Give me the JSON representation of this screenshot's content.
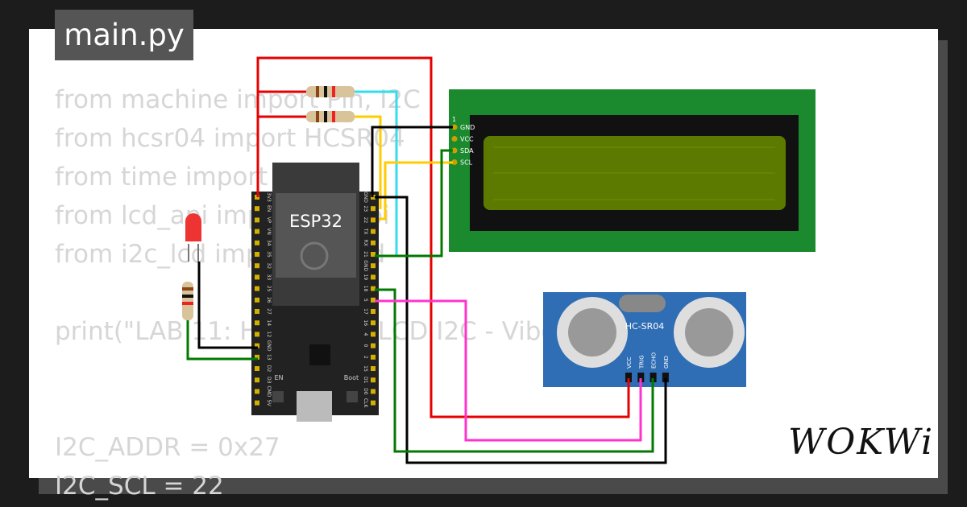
{
  "file_tab": {
    "label": "main.py"
  },
  "code_lines": [
    "from machine import Pin, I2C",
    "from hcsr04 import HCSR04",
    "from time import sleep",
    "from lcd_api import LcdApi",
    "from i2c_lcd import I2cLcd",
    "",
    "print(\"LAB 11: HCSR04 + LCD I2C - Viboon K...\")",
    "",
    "",
    "I2C_ADDR = 0x27",
    "I2C_SCL = 22"
  ],
  "esp32": {
    "label": "ESP32",
    "left_pins": [
      "3V3",
      "EN",
      "VP",
      "VN",
      "34",
      "35",
      "32",
      "33",
      "25",
      "26",
      "27",
      "14",
      "12",
      "GND",
      "13",
      "D2",
      "D3",
      "CMD",
      "5V"
    ],
    "right_pins": [
      "GND",
      "23",
      "22",
      "TX",
      "RX",
      "21",
      "GND",
      "19",
      "18",
      "5",
      "17",
      "16",
      "4",
      "0",
      "2",
      "15",
      "D1",
      "D0",
      "CLK"
    ],
    "en_label": "EN",
    "boot_label": "Boot"
  },
  "lcd": {
    "pin_number": "1",
    "pins": [
      "GND",
      "VCC",
      "SDA",
      "SCL"
    ],
    "colors": {
      "board": "#1b8a2e",
      "screen": "#5d7a00",
      "bezel": "#111111"
    }
  },
  "hcsr04": {
    "label": "HC-SR04",
    "pins": [
      "VCC",
      "TRIG",
      "ECHO",
      "GND"
    ],
    "color": "#2f6db5"
  },
  "wire_colors": {
    "red": "#e60000",
    "black": "#000000",
    "cyan": "#33ddee",
    "yellow": "#ffcc00",
    "green": "#007a00",
    "magenta": "#ff33cc"
  },
  "brand": {
    "logo": "WOKWi"
  }
}
